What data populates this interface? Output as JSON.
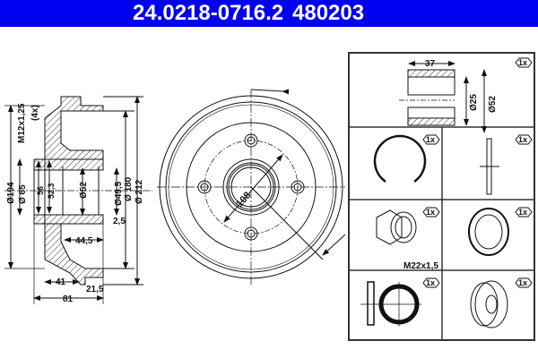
{
  "header": {
    "part_number": "24.0218-0716.2",
    "ref_number": "480203",
    "background": "#0000f0"
  },
  "side_view": {
    "labels": {
      "thread": "M12x1,25",
      "thread_count": "(4x)",
      "d194": "Ø194",
      "d65": "Ø 65",
      "d56": "56",
      "d52_3": "52,3",
      "d52": "Ø52",
      "d49_5": "Ø49,5",
      "d180": "Ø 180",
      "d212": "Ø 212",
      "w2_5": "2,5",
      "w44_5": "44,5",
      "w41": "41",
      "w21_5": "21,5",
      "w81": "81"
    }
  },
  "front_view": {
    "pcd_label": "108",
    "bolt_holes": 4
  },
  "kit_parts": [
    {
      "name": "wheel-bearing",
      "qty": "1x",
      "labels": {
        "width": "37",
        "inner": "Ø25",
        "outer": "Ø52"
      }
    },
    {
      "name": "circlip",
      "qty": "1x"
    },
    {
      "name": "abs-ring",
      "qty": "1x"
    },
    {
      "name": "axle-nut",
      "qty": "1x",
      "label": "M22x1,5"
    },
    {
      "name": "washer-ring",
      "qty": "1x"
    },
    {
      "name": "seal-ring",
      "qty": "1x"
    },
    {
      "name": "dust-cap",
      "qty": "1x"
    }
  ]
}
